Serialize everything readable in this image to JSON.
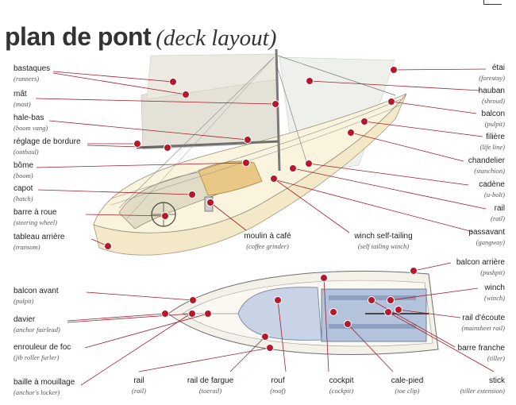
{
  "title": {
    "main": "plan de pont",
    "sub": "(deck layout)"
  },
  "colors": {
    "marker": "#b5182a",
    "leader": "#a11d2d",
    "deck": "#f1e6c4",
    "sail": "#e6e3da",
    "cockpit": "#b9c8de",
    "text": "#222222"
  },
  "labels": [
    {
      "id": "bastaques",
      "fr": "bastaques",
      "en": "(runners)"
    },
    {
      "id": "mat",
      "fr": "mât",
      "en": "(mast)"
    },
    {
      "id": "hale-bas",
      "fr": "hale-bas",
      "en": "(boom vang)"
    },
    {
      "id": "reglage-de-bordure",
      "fr": "réglage de bordure",
      "en": "(outhaul)"
    },
    {
      "id": "bome",
      "fr": "bôme",
      "en": "(boom)"
    },
    {
      "id": "capot",
      "fr": "capot",
      "en": "(hatch)"
    },
    {
      "id": "barre-a-roue",
      "fr": "barre à roue",
      "en": "(steering wheel)"
    },
    {
      "id": "tableau-arriere",
      "fr": "tableau arrière",
      "en": "(transom)"
    },
    {
      "id": "moulin-a-cafe",
      "fr": "moulin à café",
      "en": "(coffee grinder)"
    },
    {
      "id": "winch-self-tailing",
      "fr": "winch self-tailing",
      "en": "(self tailing winch)"
    },
    {
      "id": "etai",
      "fr": "étai",
      "en": "(forestay)"
    },
    {
      "id": "hauban",
      "fr": "hauban",
      "en": "(shroud)"
    },
    {
      "id": "balcon",
      "fr": "balcon",
      "en": "(pulpit)"
    },
    {
      "id": "filiere",
      "fr": "filière",
      "en": "(life line)"
    },
    {
      "id": "chandelier",
      "fr": "chandelier",
      "en": "(stanchion)"
    },
    {
      "id": "cadene",
      "fr": "cadène",
      "en": "(u-bolt)"
    },
    {
      "id": "rail-top",
      "fr": "rail",
      "en": "(rail)"
    },
    {
      "id": "passavant",
      "fr": "passavant",
      "en": "(gangway)"
    },
    {
      "id": "balcon-avant",
      "fr": "balcon avant",
      "en": "(pulpit)"
    },
    {
      "id": "davier",
      "fr": "davier",
      "en": "(anchor fairlead)"
    },
    {
      "id": "enrouleur-de-foc",
      "fr": "enrouleur de foc",
      "en": "(jib roller furler)"
    },
    {
      "id": "baille-a-mouillage",
      "fr": "baille à mouillage",
      "en": "(anchor's locker)"
    },
    {
      "id": "rail-bottom",
      "fr": "rail",
      "en": "(rail)"
    },
    {
      "id": "rail-de-fargue",
      "fr": "rail de fargue",
      "en": "(toerail)"
    },
    {
      "id": "rouf",
      "fr": "rouf",
      "en": "(roof)"
    },
    {
      "id": "cockpit",
      "fr": "cockpit",
      "en": "(cockpit)"
    },
    {
      "id": "cale-pied",
      "fr": "cale-pied",
      "en": "(toe clip)"
    },
    {
      "id": "stick",
      "fr": "stick",
      "en": "(tiller extension)"
    },
    {
      "id": "barre-franche",
      "fr": "barre franche",
      "en": "(tiller)"
    },
    {
      "id": "rail-d-ecoute",
      "fr": "rail d'écoute",
      "en": "(mainsheet rail)"
    },
    {
      "id": "winch",
      "fr": "winch",
      "en": "(winch)"
    },
    {
      "id": "balcon-arriere",
      "fr": "balcon arrière",
      "en": "(pushpit)"
    }
  ]
}
